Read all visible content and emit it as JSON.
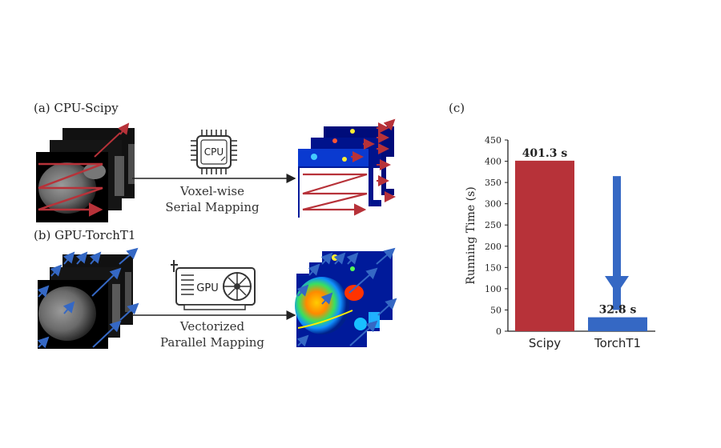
{
  "panel_a": {
    "label": "(a) CPU-Scipy",
    "chip_label": "CPU",
    "caption_line1": "Voxel-wise",
    "caption_line2": "Serial Mapping"
  },
  "panel_b": {
    "label": "(b) GPU-TorchT1",
    "chip_label": "GPU",
    "caption_line1": "Vectorized",
    "caption_line2": "Parallel Mapping"
  },
  "panel_c": {
    "label": "(c)"
  },
  "colors": {
    "red": "#b73239",
    "blue": "#3568c4",
    "dark": "#222222"
  },
  "chart_data": {
    "type": "bar",
    "categories": [
      "Scipy",
      "TorchT1"
    ],
    "values": [
      401.3,
      32.8
    ],
    "value_labels": [
      "401.3 s",
      "32.8 s"
    ],
    "ylabel": "Running Time (s)",
    "ylim": [
      0,
      450
    ],
    "yticks": [
      0,
      50,
      100,
      150,
      200,
      250,
      300,
      350,
      400,
      450
    ],
    "bar_colors": [
      "#b73239",
      "#3568c4"
    ],
    "annotation": "down-arrow-from-scipy-to-torcht1"
  }
}
